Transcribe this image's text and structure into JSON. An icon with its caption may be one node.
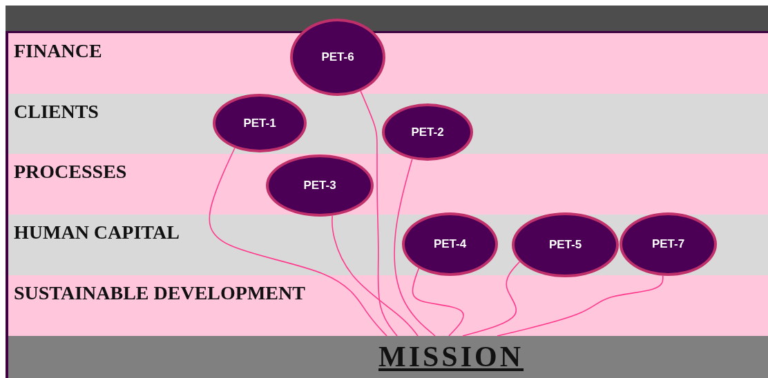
{
  "diagram": {
    "nodes": [
      {
        "text": [
          "PET-6"
        ]
      },
      {
        "text": [
          "PET-1"
        ]
      },
      {
        "text": [
          "PET-2"
        ]
      },
      {
        "text": [
          "PET-3"
        ]
      },
      {
        "text": [
          "PET-4"
        ]
      },
      {
        "text": [
          "PET-5"
        ]
      },
      {
        "text": [
          "PET-7"
        ]
      },
      {
        "text": [
          "MISSION"
        ]
      }
    ],
    "edges": [
      {
        "from": 0,
        "to": 7,
        "arrow": "none"
      },
      {
        "from": 1,
        "to": 7,
        "arrow": "none"
      },
      {
        "from": 2,
        "to": 7,
        "arrow": "none"
      },
      {
        "from": 3,
        "to": 7,
        "arrow": "none"
      },
      {
        "from": 4,
        "to": 7,
        "arrow": "none"
      },
      {
        "from": 5,
        "to": 7,
        "arrow": "none"
      },
      {
        "from": 6,
        "to": 7,
        "arrow": "none"
      }
    ],
    "labels": [
      "FINANCE",
      "CLIENTS",
      "PROCESSES",
      "HUMAN CAPITAL",
      "SUSTAINABLE DEVELOPMENT"
    ]
  }
}
